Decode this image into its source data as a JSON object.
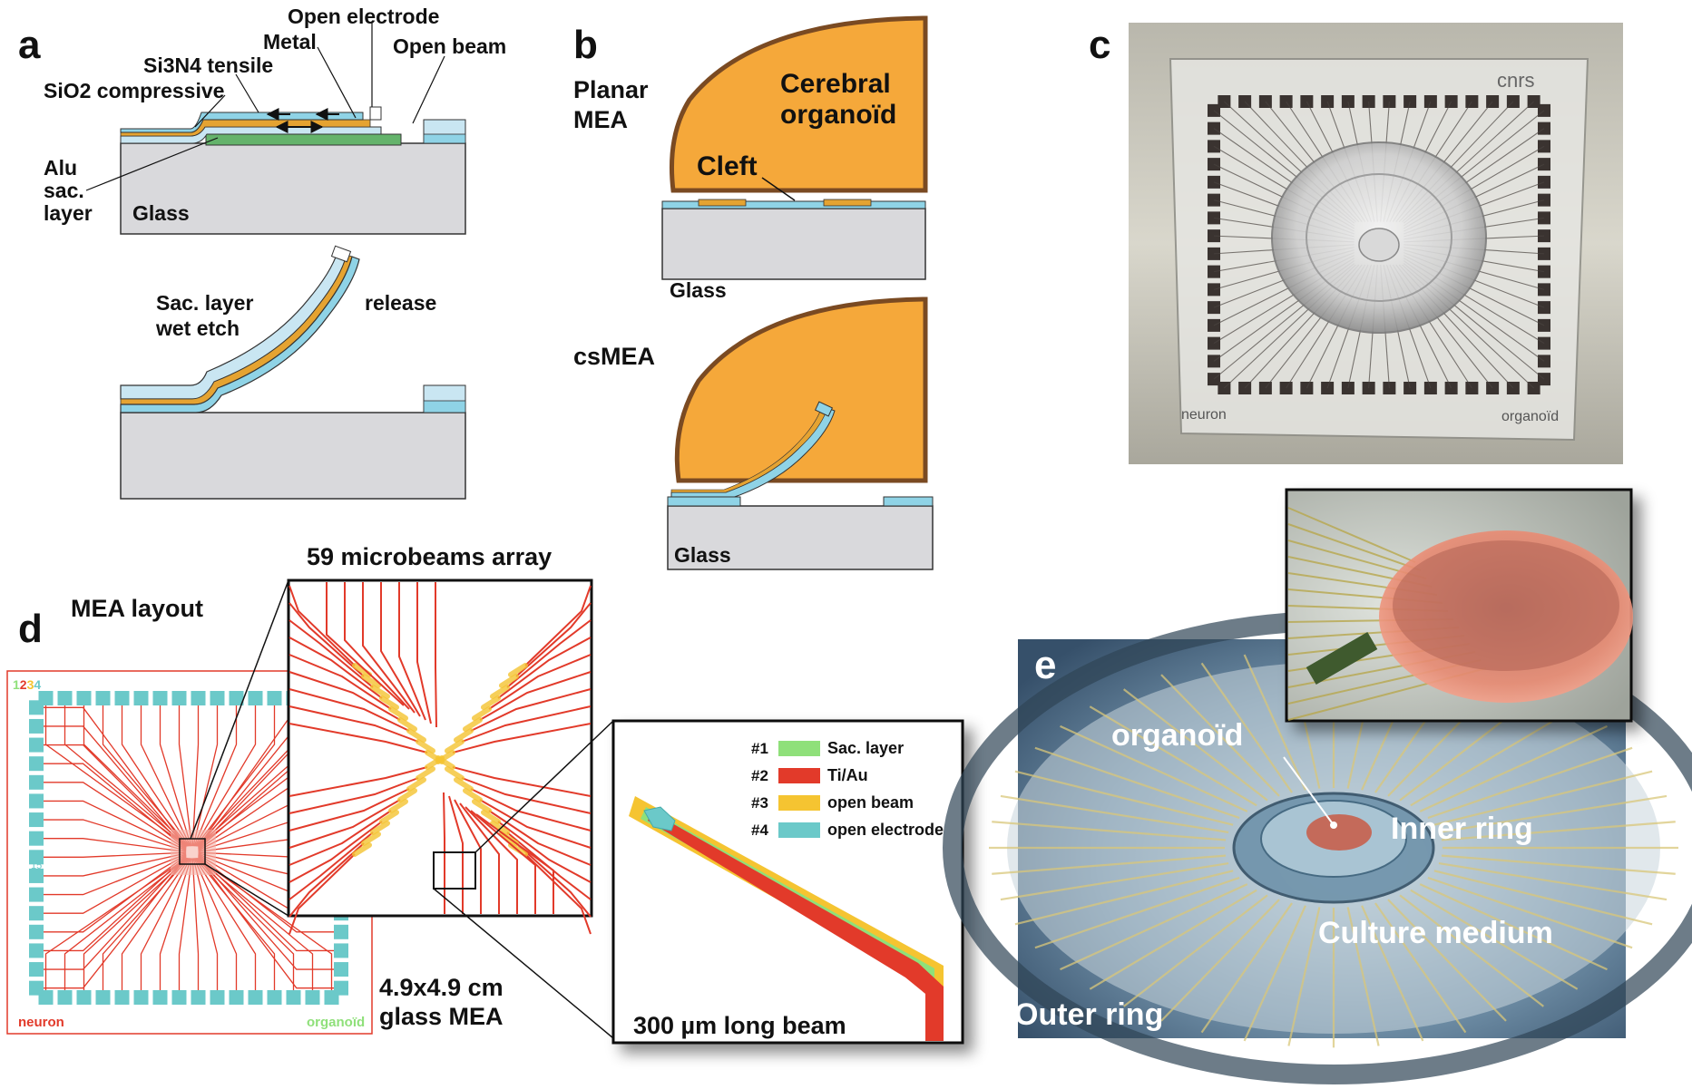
{
  "panel_a": {
    "letter": "a",
    "label_open_electrode": "Open electrode",
    "label_metal": "Metal",
    "label_open_beam": "Open beam",
    "label_si3n4": "Si3N4 tensile",
    "label_sio2": "SiO2 compressive",
    "label_alu_1": "Alu",
    "label_alu_2": "sac.",
    "label_alu_3": "layer",
    "label_glass": "Glass",
    "label_sac_1": "Sac. layer",
    "label_sac_2": "wet etch",
    "label_release": "release"
  },
  "panel_b": {
    "letter": "b",
    "planar_1": "Planar",
    "planar_2": "MEA",
    "organoid_1": "Cerebral",
    "organoid_2": "organoïd",
    "cleft": "Cleft",
    "glass_top": "Glass",
    "csmea": "csMEA",
    "glass_bottom": "Glass"
  },
  "panel_c": {
    "letter": "c",
    "brand": "cnrs",
    "left_caption": "neuron",
    "right_caption": "organoïd"
  },
  "panel_d": {
    "letter": "d",
    "title": "MEA layout",
    "array_title": "59 microbeams array",
    "layer_digits": [
      "1",
      "2",
      "3",
      "4"
    ],
    "chip_left_caption": "neuron",
    "chip_right_caption": "organoïd",
    "chip_side_label": "15",
    "size_1": "4.9x4.9 cm",
    "size_2": "glass MEA",
    "beam_caption": "300 µm long beam",
    "legend": [
      {
        "num": "#1",
        "label": "Sac. layer",
        "color": "#8fe07a"
      },
      {
        "num": "#2",
        "label": "Ti/Au",
        "color": "#e23a2a"
      },
      {
        "num": "#3",
        "label": "open beam",
        "color": "#f5c431"
      },
      {
        "num": "#4",
        "label": "open electrode",
        "color": "#6bc9c9"
      }
    ]
  },
  "panel_e": {
    "letter": "e",
    "organoid": "organoïd",
    "inner_ring": "Inner ring",
    "culture_medium": "Culture medium",
    "outer_ring": "Outer ring"
  },
  "colors": {
    "organoid_fill": "#f5a83a",
    "organoid_edge": "#7a4a22",
    "glass": "#d9d9dc",
    "sio2": "#c9e6f2",
    "si3n4": "#8fd3e6",
    "alu": "#64b36b",
    "metal": "#e5a331",
    "trace": "#e23a2a",
    "pad": "#6bc9c9"
  }
}
